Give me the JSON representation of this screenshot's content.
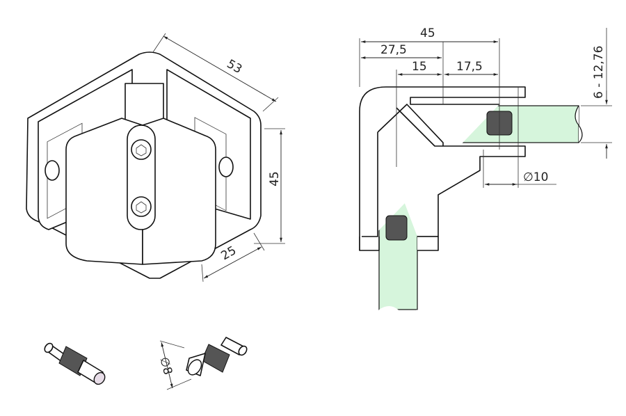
{
  "drawing": {
    "iso_view": {
      "dim_width": "53",
      "dim_height": "45",
      "dim_depth": "25"
    },
    "section_view": {
      "dim_overall": "45",
      "dim_to_glass": "27,5",
      "dim_inner": "15",
      "dim_clamp": "17,5",
      "dim_glass_thickness": "6 - 12,76",
      "dim_pin_diameter": "∅10"
    },
    "pin_detail": {
      "dim_pin_diameter": "∅8"
    },
    "colors": {
      "glass": "#d6f5dc",
      "line": "#111111",
      "pin_rubber": "#555555"
    }
  }
}
